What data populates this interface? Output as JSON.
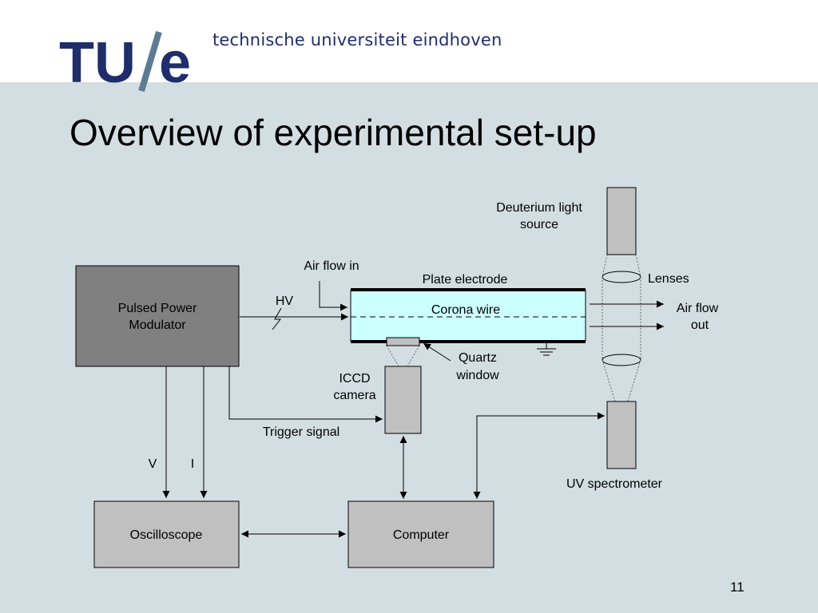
{
  "header": {
    "logo_text": "TU/e",
    "university_name": "technische universiteit eindhoven"
  },
  "slide": {
    "title": "Overview of experimental set-up",
    "page_number": "11"
  },
  "colors": {
    "background": "#d3dee3",
    "header_band": "#ffffff",
    "brand_navy": "#1f2d6b",
    "brand_slash": "#5d7c93",
    "dark_box": "#808080",
    "light_box": "#c0c0c0",
    "plasma_cell": "#ccffff"
  },
  "diagram": {
    "labels": {
      "pulsed_power_modulator": [
        "Pulsed Power",
        "Modulator"
      ],
      "oscilloscope": "Oscilloscope",
      "computer": "Computer",
      "iccd_camera": [
        "ICCD",
        "camera"
      ],
      "deuterium_source": [
        "Deuterium light",
        "source"
      ],
      "lenses": "Lenses",
      "air_flow_in": "Air flow in",
      "air_flow_out": [
        "Air flow",
        "out"
      ],
      "plate_electrode": "Plate electrode",
      "corona_wire": "Corona wire",
      "hv": "HV",
      "quartz_window": [
        "Quartz",
        "window"
      ],
      "trigger_signal": "Trigger signal",
      "voltage": "V",
      "current": "I",
      "uv_spectrometer": "UV spectrometer"
    }
  }
}
